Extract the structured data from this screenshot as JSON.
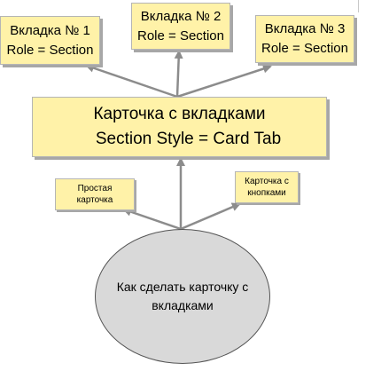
{
  "tab1": {
    "line1": "Вкладка № 1",
    "line2": "Role = Section"
  },
  "tab2": {
    "line1": "Вкладка № 2",
    "line2": "Role = Section"
  },
  "tab3": {
    "line1": "Вкладка № 3",
    "line2": "Role = Section"
  },
  "main_card": {
    "line1": "Карточка с вкладками",
    "line2": "Section Style = Card Tab"
  },
  "note_simple": {
    "text": "Простая карточка"
  },
  "note_buttons": {
    "text": "Карточка с кнопками"
  },
  "source": {
    "text": "Как сделать карточку с вкладками"
  },
  "colors": {
    "box_fill": "#fff2a8",
    "box_border": "#b5b5b5",
    "shadow": "#a7a7a7",
    "ellipse_fill": "#d9d9d9",
    "arrow": "#8c8c8c"
  }
}
